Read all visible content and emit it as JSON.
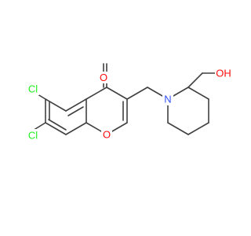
{
  "colors": {
    "bond": "#404040",
    "oxygen": "#ff0d0d",
    "nitrogen": "#3050f8",
    "chlorine": "#1ff01f",
    "background": "#ffffff"
  },
  "atoms": {
    "carbonyl_o": "O",
    "ring_o": "O",
    "nitrogen": "N",
    "cl_top": "Cl",
    "cl_bottom": "Cl",
    "hydroxyl": "OH"
  }
}
